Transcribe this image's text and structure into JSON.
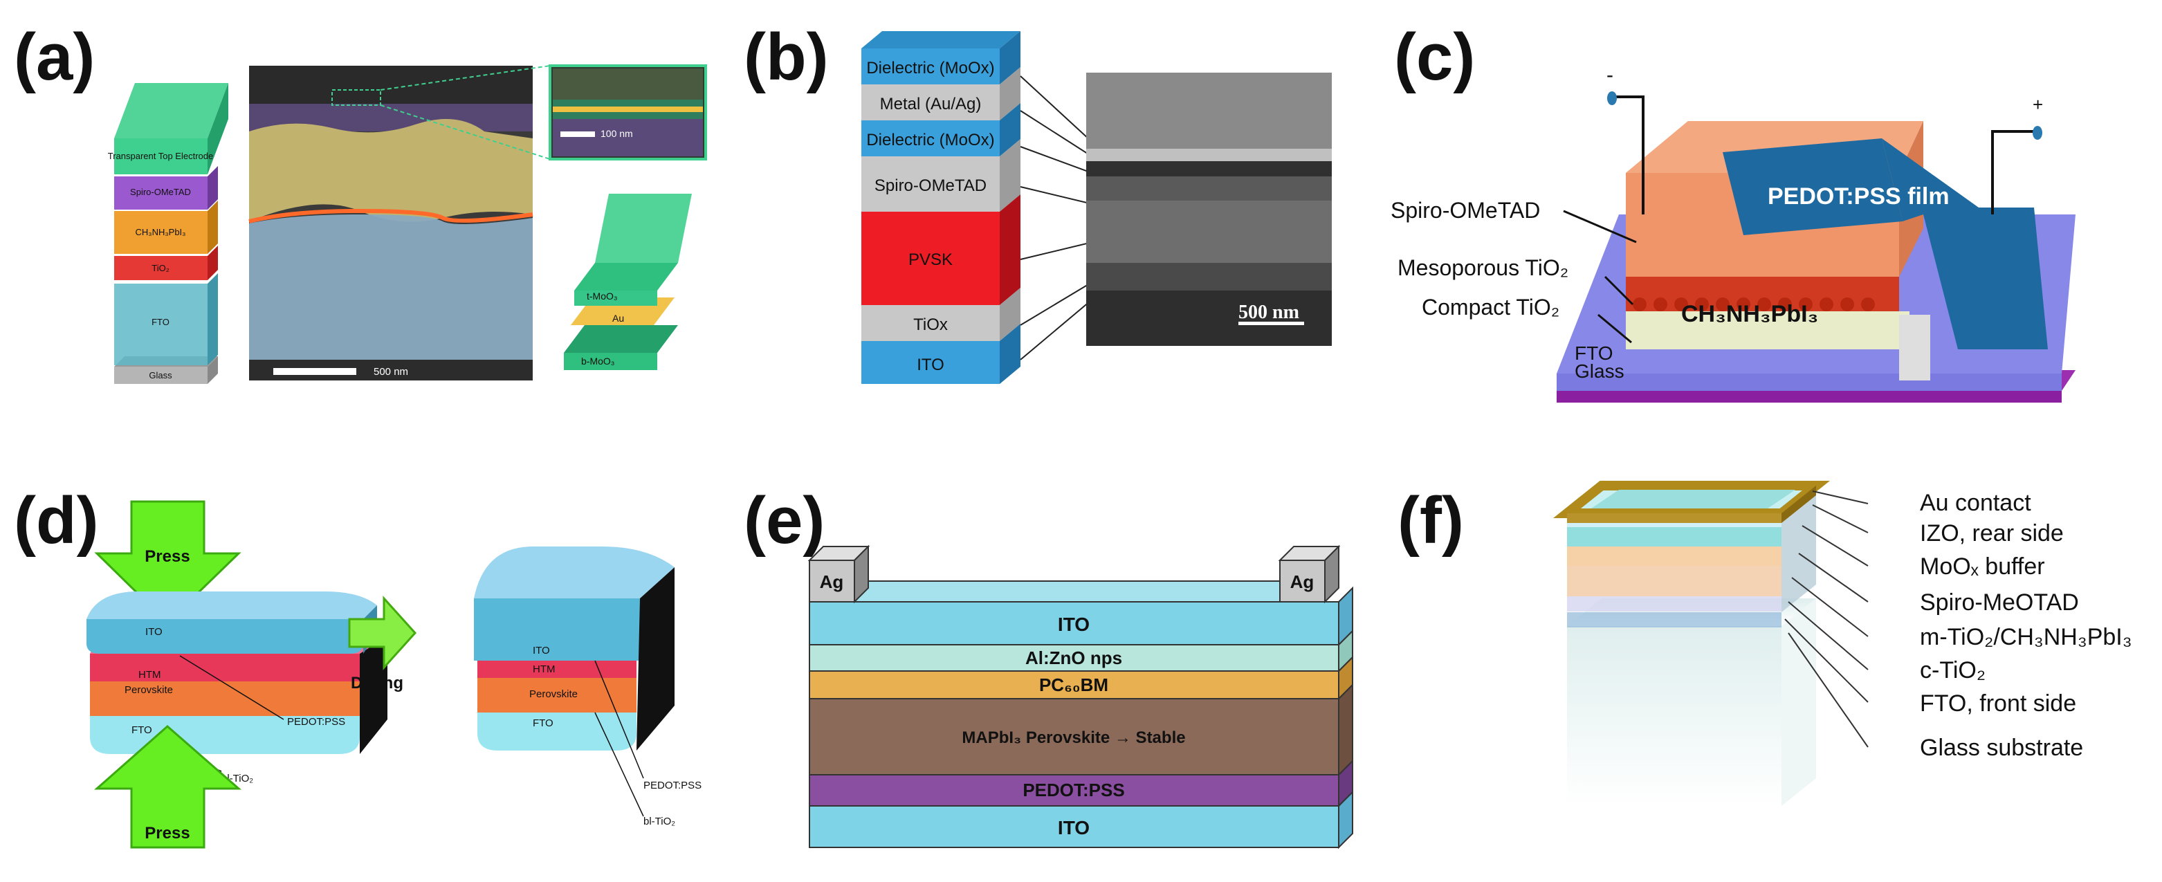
{
  "panels": {
    "a": {
      "label": "(a)",
      "layers": [
        "Transparent Top Electrode",
        "Spiro-OMeTAD",
        "CH₃NH₃PbI₃",
        "TiO₂",
        "FTO",
        "Glass"
      ],
      "scalebar_main": "500 nm",
      "scalebar_inset": "100 nm",
      "electrode_layers": [
        "t-MoO₃",
        "Au",
        "b-MoO₃"
      ]
    },
    "b": {
      "label": "(b)",
      "layers": [
        "Dielectric (MoOx)",
        "Metal (Au/Ag)",
        "Dielectric (MoOx)",
        "Spiro-OMeTAD",
        "PVSK",
        "TiOx",
        "ITO"
      ],
      "scalebar": "500 nm"
    },
    "c": {
      "label": "(c)",
      "film": "PEDOT:PSS film",
      "absorber": "CH₃NH₃PbI₃",
      "left_labels": [
        "Spiro-OMeTAD",
        "Mesoporous TiO₂",
        "Compact TiO₂",
        "FTO",
        "Glass"
      ],
      "minus": "-",
      "plus": "+"
    },
    "d": {
      "label": "(d)",
      "press_top": "Press",
      "press_bottom": "Press",
      "drying": "Drying",
      "left_stack": [
        "ITO",
        "HTM",
        "Perovskite",
        "FTO"
      ],
      "left_callouts": [
        "PEDOT:PSS",
        "bl-TiO₂"
      ],
      "right_stack": [
        "ITO",
        "HTM",
        "Perovskite",
        "FTO"
      ],
      "right_callouts": [
        "PEDOT:PSS",
        "bl-TiO₂"
      ]
    },
    "e": {
      "label": "(e)",
      "contacts": [
        "Ag",
        "Ag"
      ],
      "layers": [
        "ITO",
        "Al:ZnO nps",
        "PC₆₀BM",
        "MAPbI₃ Perovskite → Stable",
        "PEDOT:PSS",
        "ITO"
      ]
    },
    "f": {
      "label": "(f)",
      "layers": [
        "Au contact",
        "IZO, rear side",
        "MoOₓ buffer",
        "Spiro-MeOTAD",
        "m-TiO₂/CH₃NH₃PbI₃",
        "c-TiO₂",
        "FTO, front side",
        "Glass substrate"
      ]
    }
  },
  "colors": {
    "green": "#3fcf8e",
    "purple": "#9b59d0",
    "orange": "#f0a030",
    "red": "#e53935",
    "teal": "#5fb8c8",
    "grey": "#b0b0b0",
    "blue": "#3aa0dc",
    "light_grey": "#c8c8c8",
    "pvsk_red": "#ee1c24",
    "ito_cyan": "#7fd3e6",
    "azo": "#b8e6dc",
    "pcbm": "#e8b050",
    "mapbi": "#8b6a5a",
    "pedot": "#8a4fa0",
    "arrow_green": "#66ee22"
  }
}
